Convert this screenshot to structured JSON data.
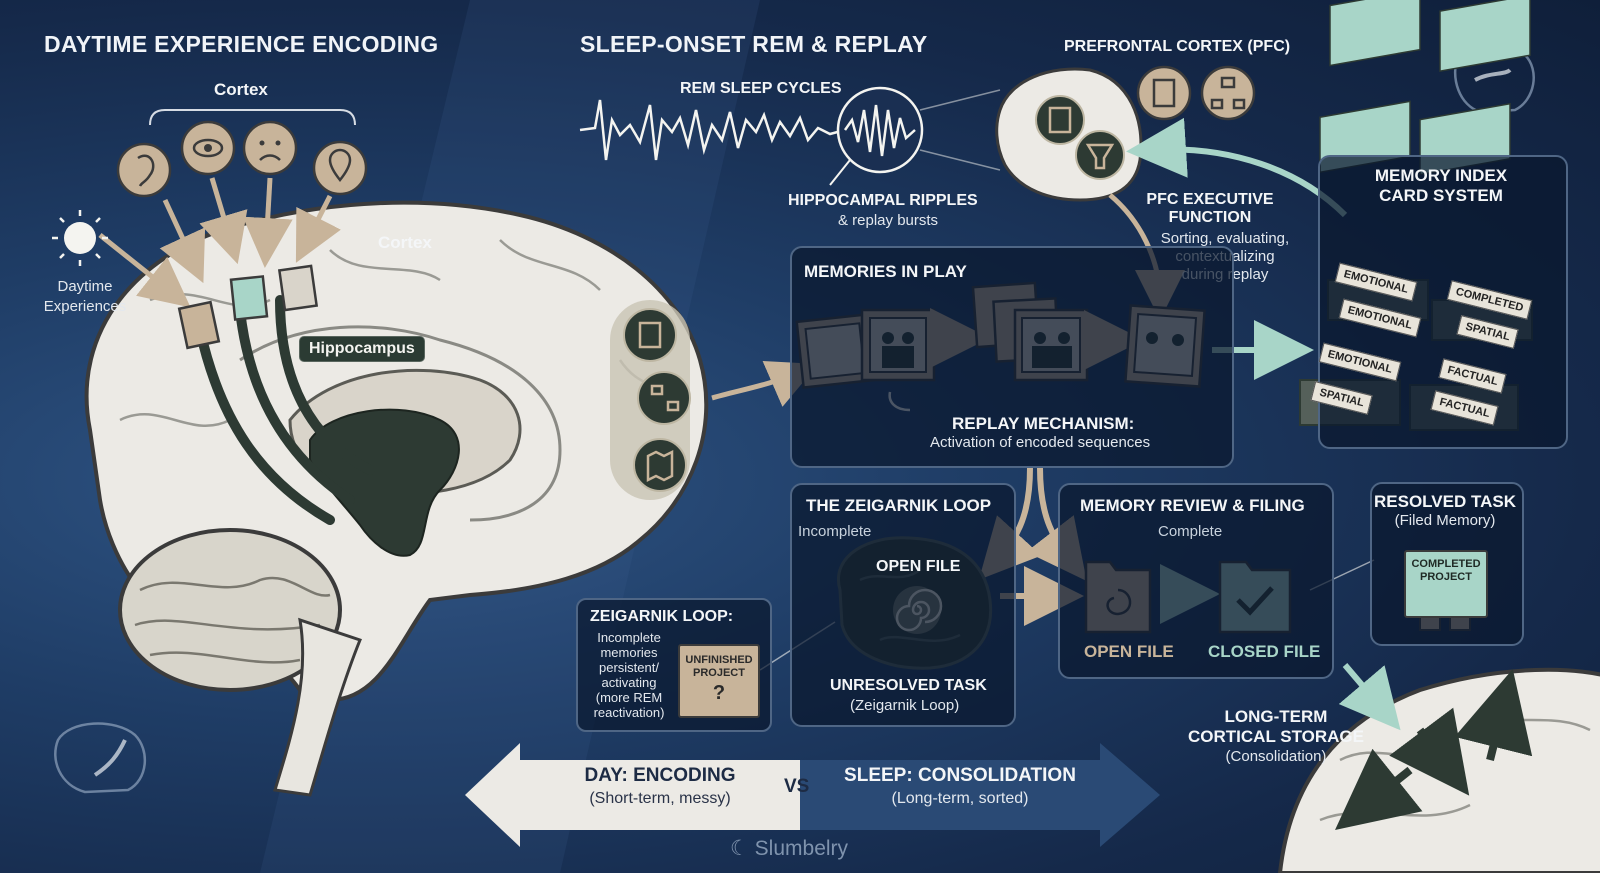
{
  "titles": {
    "encoding": "DAYTIME EXPERIENCE ENCODING",
    "rem": "SLEEP-ONSET REM & REPLAY"
  },
  "encoding": {
    "cortex_top": "Cortex",
    "cortex_brain": "Cortex",
    "daytime_line1": "Daytime",
    "daytime_line2": "Experiences",
    "hippocampus": "Hippocampus"
  },
  "rem": {
    "cycles": "REM SLEEP CYCLES",
    "ripples_title": "HIPPOCAMPAL RIPPLES",
    "ripples_sub": "& replay bursts"
  },
  "pfc": {
    "title": "PREFRONTAL CORTEX (PFC)",
    "exec_title_1": "PFC EXECUTIVE",
    "exec_title_2": "FUNCTION",
    "exec_sub_1": "Sorting, evaluating,",
    "exec_sub_2": "contextualizing",
    "exec_sub_3": "during replay"
  },
  "index": {
    "title_1": "MEMORY INDEX",
    "title_2": "CARD SYSTEM",
    "tabs": [
      "EMOTIONAL",
      "EMOTIONAL",
      "COMPLETED",
      "SPATIAL",
      "EMOTIONAL",
      "SPATIAL",
      "FACTUAL",
      "FACTUAL"
    ]
  },
  "memories": {
    "title": "MEMORIES IN PLAY",
    "replay_title": "REPLAY MECHANISM:",
    "replay_sub": "Activation of encoded sequences"
  },
  "zeigarnik": {
    "title": "THE ZEIGARNIK LOOP",
    "status": "Incomplete",
    "open_file": "OPEN FILE",
    "unresolved": "UNRESOLVED TASK",
    "unresolved_sub": "(Zeigarnik Loop)",
    "callout_title": "ZEIGARNIK LOOP:",
    "callout_lines": [
      "Incomplete",
      "memories",
      "persistent/",
      "activating",
      "(more REM",
      "reactivation)"
    ],
    "folder_line1": "UNFINISHED",
    "folder_line2": "PROJECT",
    "folder_mark": "?"
  },
  "review": {
    "title": "MEMORY REVIEW & FILING",
    "status": "Complete",
    "open_file": "OPEN FILE",
    "closed_file": "CLOSED FILE"
  },
  "resolved": {
    "title": "RESOLVED TASK",
    "sub": "(Filed Memory)",
    "folder_line1": "COMPLETED",
    "folder_line2": "PROJECT"
  },
  "longterm": {
    "line1": "LONG-TERM",
    "line2": "CORTICAL STORAGE",
    "sub": "(Consolidation)"
  },
  "compare": {
    "day_title": "DAY: ENCODING",
    "day_sub": "(Short-term, messy)",
    "vs": "VS",
    "sleep_title": "SLEEP: CONSOLIDATION",
    "sleep_sub": "(Long-term, sorted)"
  },
  "brand": "Slumbelry",
  "colors": {
    "tan": "#c8b49a",
    "teal": "#a8d5c8",
    "dark_node": "#2d3a33",
    "panel_border": "#4f6685"
  }
}
